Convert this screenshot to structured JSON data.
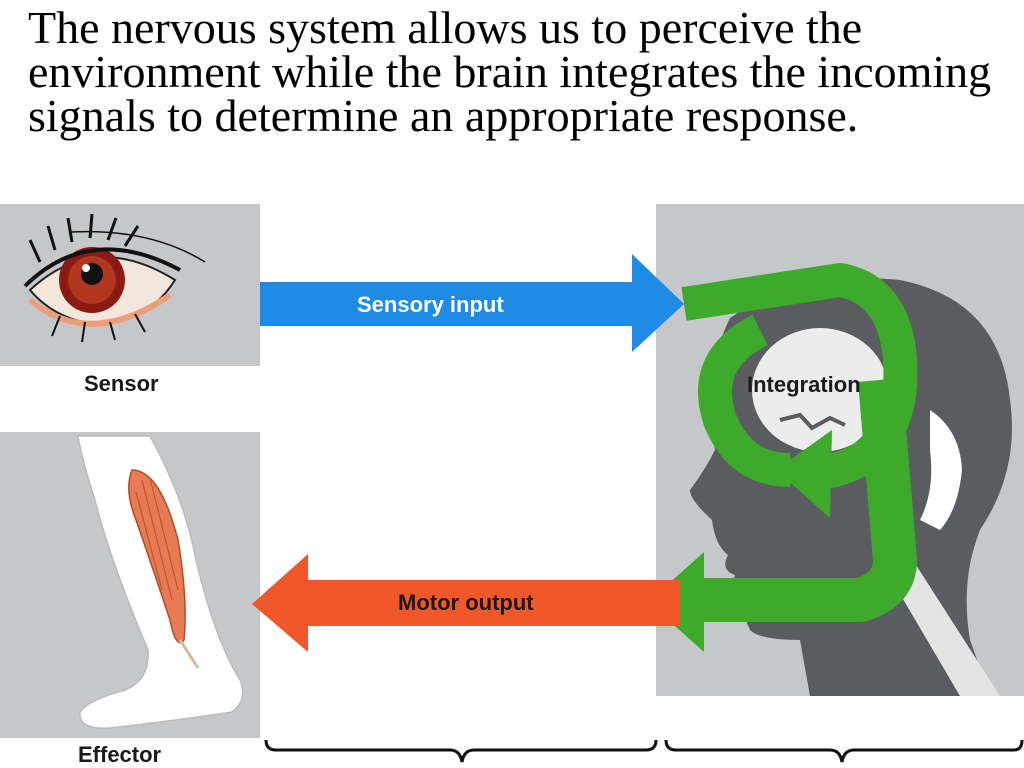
{
  "slide": {
    "title": "The nervous system allows us to perceive the environment while the brain integrates the incoming signals to determine an appropriate response."
  },
  "diagram": {
    "sensor_label": "Sensor",
    "effector_label": "Effector",
    "integration_label": "Integration",
    "sensory_input_label": "Sensory input",
    "motor_output_label": "Motor output"
  },
  "colors": {
    "panel_gray": "#c6c7c9",
    "head_dark": "#5b5c60",
    "sensory_arrow": "#1e8be6",
    "motor_arrow": "#f0572a",
    "integration_arrow": "#3eaa2c"
  }
}
